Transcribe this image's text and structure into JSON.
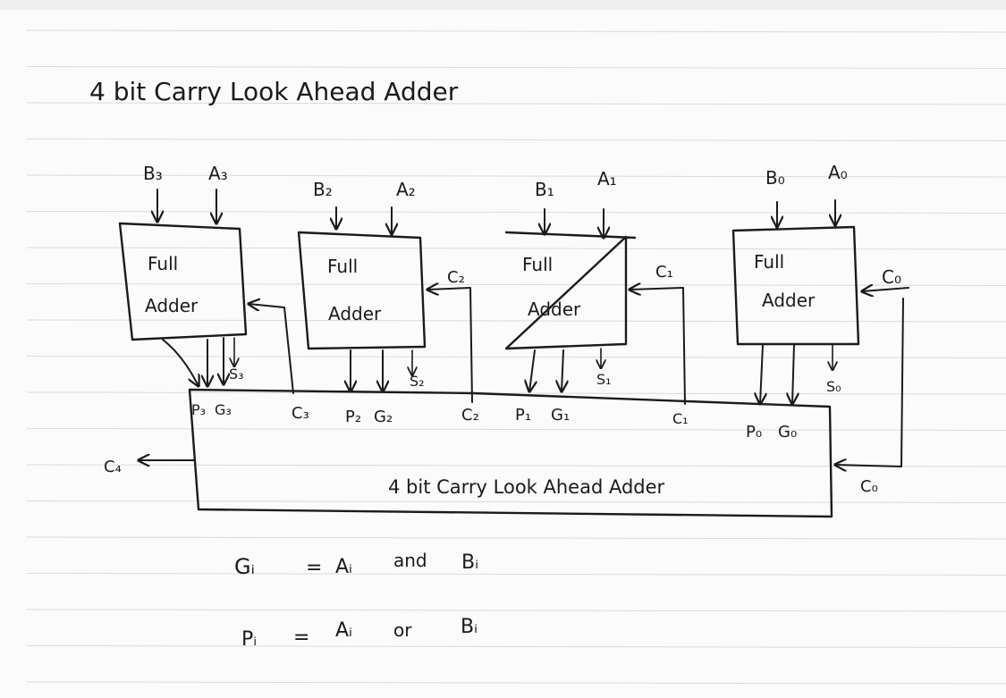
{
  "title": "4 bit Carry Look Ahead Adder",
  "full_adders": [
    {
      "id": "fa3",
      "label_1": "Full",
      "label_2": "Adder",
      "input_b": "B₃",
      "input_a": "A₃",
      "sum": "S₃"
    },
    {
      "id": "fa2",
      "label_1": "Full",
      "label_2": "Adder",
      "input_b": "B₂",
      "input_a": "A₂",
      "sum": "S₂",
      "carry_in": "C₂"
    },
    {
      "id": "fa1",
      "label_1": "Full",
      "label_2": "Adder",
      "input_b": "B₁",
      "input_a": "A₁",
      "sum": "S₁",
      "carry_in": "C₁"
    },
    {
      "id": "fa0",
      "label_1": "Full",
      "label_2": "Adder",
      "input_b": "B₀",
      "input_a": "A₀",
      "sum": "S₀",
      "carry_in": "C₀"
    }
  ],
  "cla_block": {
    "label": "4 bit Carry Look Ahead Adder",
    "ports": [
      "P₃",
      "G₃",
      "C₃",
      "P₂",
      "G₂",
      "C₂",
      "P₁",
      "G₁",
      "C₁",
      "P₀",
      "G₀"
    ],
    "carry_out": "C₄",
    "carry_in": "C₀"
  },
  "formulas": [
    {
      "lhs": "Gᵢ",
      "eq": "=",
      "a": "Aᵢ",
      "op": "and",
      "b": "Bᵢ"
    },
    {
      "lhs": "Pᵢ",
      "eq": "=",
      "a": "Aᵢ",
      "op": "or",
      "b": "Bᵢ"
    }
  ],
  "colors": {
    "ink": "#1b1b1b",
    "rule_line": "#d6dbe0",
    "paper": "#fbfbfb",
    "topbar": "#efefef"
  }
}
